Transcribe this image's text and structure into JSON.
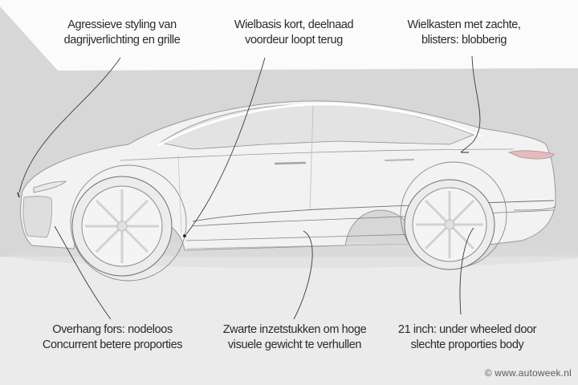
{
  "image": {
    "subject": "Electric sedan side profile sketch-style render with design critique annotations",
    "colors": {
      "upper_wall": "#fbfbfb",
      "back_wall": "#d6d6d6",
      "floor": "#ebebeb",
      "car_body": "#f2f1f1",
      "annotation_line": "#3a3a3a",
      "text": "#2b2b2b",
      "tail_light": "#e8b9bd"
    }
  },
  "annotations": {
    "top_left": {
      "line1": "Agressieve styling van",
      "line2": "dagrijverlichting en grille"
    },
    "top_center": {
      "line1": "Wielbasis kort, deelnaad",
      "line2": "voordeur loopt terug"
    },
    "top_right": {
      "line1": "Wielkasten met zachte,",
      "line2": "blisters: blobberig"
    },
    "bottom_left": {
      "line1": "Overhang fors: nodeloos",
      "line2": "Concurrent betere proporties"
    },
    "bottom_center": {
      "line1": "Zwarte inzetstukken om hoge",
      "line2": "visuele gewicht te verhullen"
    },
    "bottom_right": {
      "line1": "21 inch: under wheeled door",
      "line2": "slechte proporties body"
    }
  },
  "watermark": "© www.autoweek.nl"
}
